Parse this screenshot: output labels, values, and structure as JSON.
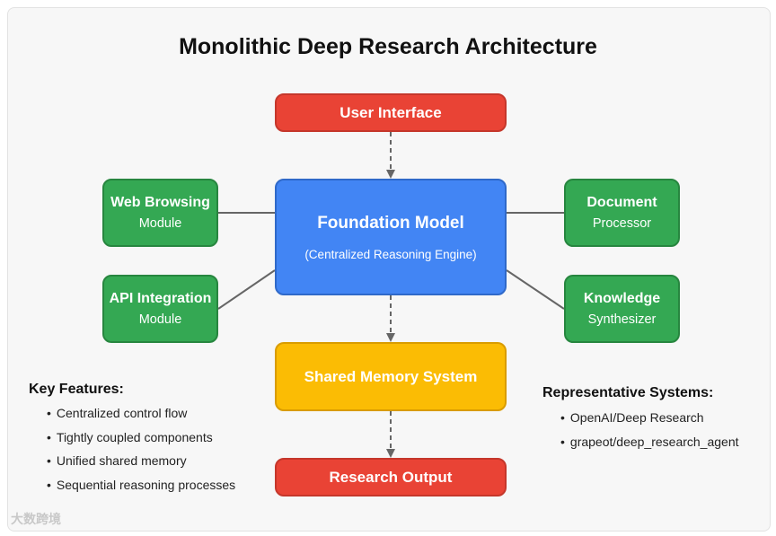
{
  "title": "Monolithic Deep Research Architecture",
  "nodes": {
    "user_interface": "User Interface",
    "foundation_title": "Foundation Model",
    "foundation_sub": "(Centralized Reasoning Engine)",
    "web_browsing": {
      "l1": "Web Browsing",
      "l2": "Module"
    },
    "api_integration": {
      "l1": "API Integration",
      "l2": "Module"
    },
    "document": {
      "l1": "Document",
      "l2": "Processor"
    },
    "knowledge": {
      "l1": "Knowledge",
      "l2": "Synthesizer"
    },
    "shared_memory": "Shared Memory System",
    "research_output": "Research Output"
  },
  "key_features": {
    "heading": "Key Features:",
    "items": [
      "Centralized control flow",
      "Tightly coupled components",
      "Unified shared memory",
      "Sequential reasoning processes"
    ]
  },
  "representative": {
    "heading": "Representative Systems:",
    "items": [
      "OpenAI/Deep Research",
      "grapeot/deep_research_agent"
    ]
  },
  "watermark": "大数跨境",
  "colors": {
    "red": "#e94335",
    "blue": "#4285f4",
    "green": "#34a853",
    "yellow": "#fbbc04"
  }
}
